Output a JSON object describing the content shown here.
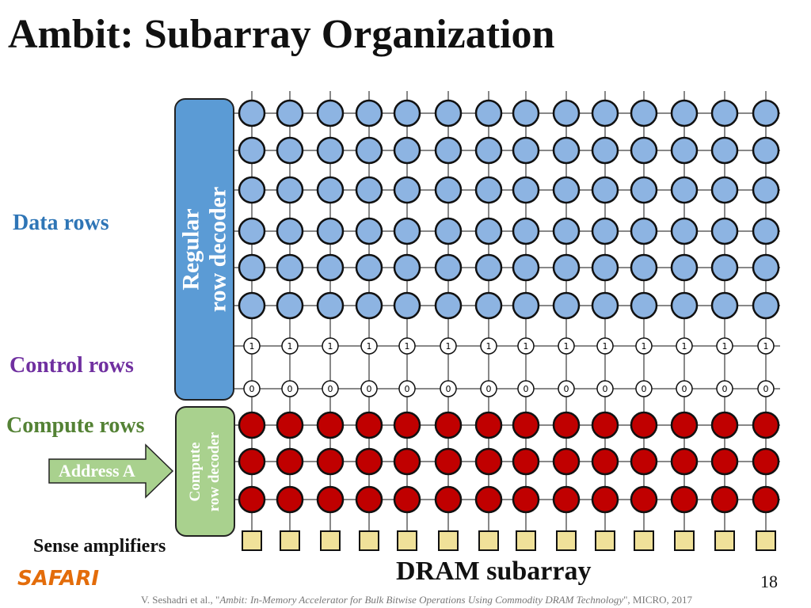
{
  "title": "Ambit: Subarray Organization",
  "labels": {
    "data_rows": "Data rows",
    "control_rows": "Control rows",
    "compute_rows": "Compute rows",
    "sense_amplifiers": "Sense amplifiers",
    "dram_subarray": "DRAM subarray"
  },
  "decoders": {
    "regular_line1": "Regular",
    "regular_line2": "row decoder",
    "compute_line1": "Compute",
    "compute_line2": "row decoder"
  },
  "arrow_label": "Address A",
  "control_row_values": [
    "1",
    "0"
  ],
  "colors": {
    "data_cell": "#8db4e2",
    "compute_cell": "#c00000",
    "sense_amp": "#f0e199",
    "regular_decoder": "#5b9bd5",
    "compute_decoder": "#a9d18e",
    "data_label": "#2e75b6",
    "control_label": "#7030a0",
    "compute_label": "#548235"
  },
  "footer": {
    "logo": "SAFARI",
    "page": "18",
    "citation_prefix": "V. Seshadri et al., \"",
    "citation_title": "Ambit: In-Memory Accelerator for Bulk Bitwise Operations Using Commodity DRAM Technology",
    "citation_suffix": "\", MICRO, 2017"
  }
}
